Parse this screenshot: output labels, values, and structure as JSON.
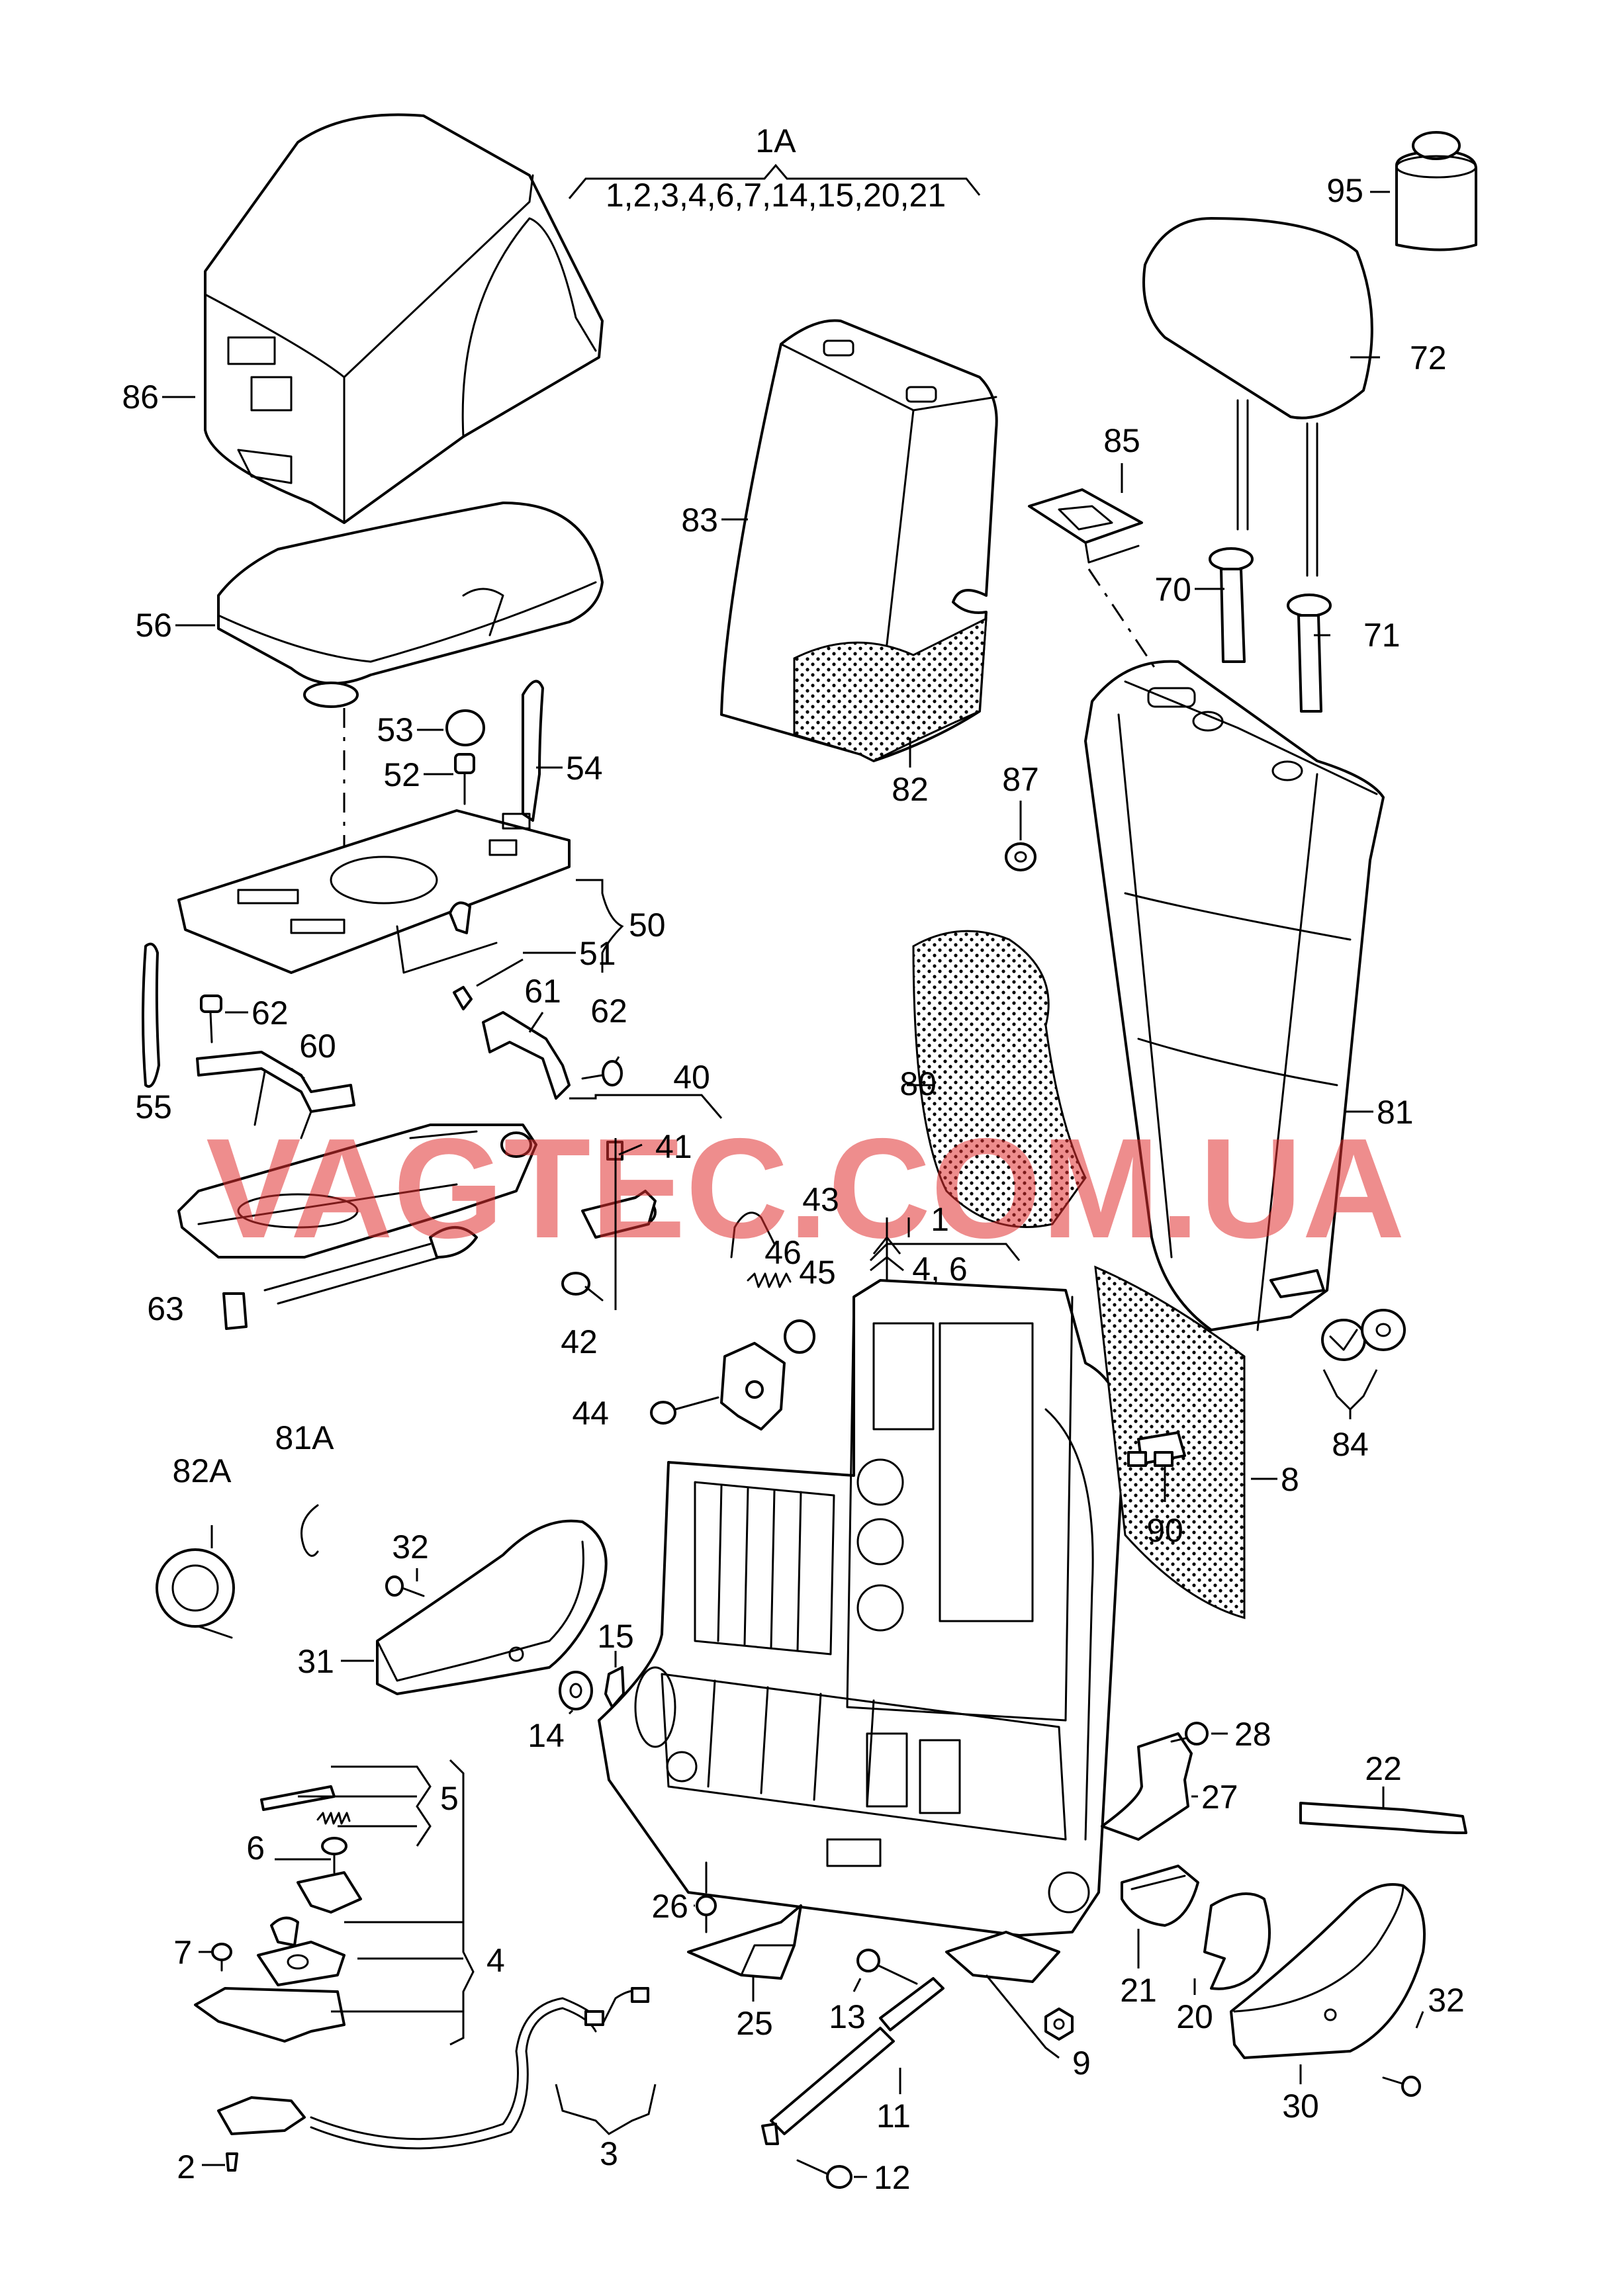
{
  "watermark": "VAGTEC.COM.UA",
  "group_label": {
    "number": "1A",
    "subparts": "1,2,3,4,6,7,14,15,20,21"
  },
  "labels": {
    "l1": "1",
    "l1b": "4, 6",
    "l2": "2",
    "l3": "3",
    "l4": "4",
    "l5": "5",
    "l6": "6",
    "l7": "7",
    "l8": "8",
    "l9": "9",
    "l11": "11",
    "l12": "12",
    "l13": "13",
    "l14": "14",
    "l15": "15",
    "l20": "20",
    "l21": "21",
    "l22": "22",
    "l25": "25",
    "l26": "26",
    "l27": "27",
    "l28": "28",
    "l30": "30",
    "l31": "31",
    "l32a": "32",
    "l32b": "32",
    "l40": "40",
    "l41": "41",
    "l42": "42",
    "l43": "43",
    "l44": "44",
    "l45": "45",
    "l46": "46",
    "l50": "50",
    "l51": "51",
    "l52": "52",
    "l53": "53",
    "l54": "54",
    "l55": "55",
    "l56": "56",
    "l60": "60",
    "l61": "61",
    "l62a": "62",
    "l62b": "62",
    "l63": "63",
    "l70": "70",
    "l71": "71",
    "l72": "72",
    "l80": "80",
    "l81": "81",
    "l81a": "81A",
    "l82": "82",
    "l82a": "82A",
    "l83": "83",
    "l84": "84",
    "l85": "85",
    "l86": "86",
    "l87": "87",
    "l90": "90",
    "l95": "95"
  }
}
